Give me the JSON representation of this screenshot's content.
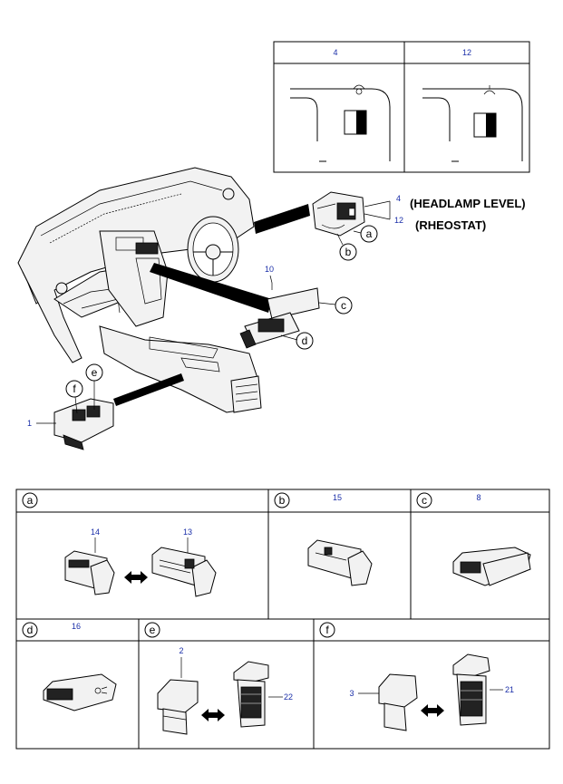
{
  "inset": {
    "col1_number": "4",
    "col2_number": "12"
  },
  "callouts": {
    "headlamp_level_number": "4",
    "headlamp_level_text": "(HEADLAMP LEVEL)",
    "rheostat_number": "12",
    "rheostat_text": "(RHEOSTAT)",
    "part_10": "10",
    "part_1": "1",
    "circle_a": "a",
    "circle_b": "b",
    "circle_c": "c",
    "circle_d": "d",
    "circle_e": "e",
    "circle_f": "f"
  },
  "details": {
    "a": {
      "letter": "a",
      "parts": [
        "14",
        "13"
      ]
    },
    "b": {
      "letter": "b",
      "part": "15"
    },
    "c": {
      "letter": "c",
      "part": "8"
    },
    "d": {
      "letter": "d",
      "part": "16"
    },
    "e": {
      "letter": "e",
      "parts": [
        "2",
        "22"
      ]
    },
    "f": {
      "letter": "f",
      "parts": [
        "3",
        "21"
      ]
    }
  }
}
